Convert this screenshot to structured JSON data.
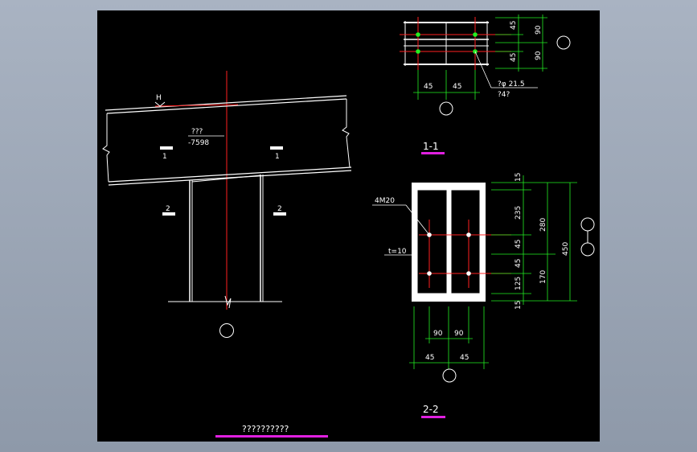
{
  "drawing": {
    "title": "??????????",
    "elevation": {
      "level_mark": "H",
      "level_text": "???",
      "level_value": "-7598",
      "section_1_label": "1",
      "section_2_label": "2"
    },
    "section_1_1": {
      "title": "1-1",
      "dims_bottom": [
        "45",
        "45"
      ],
      "dims_right": [
        "45",
        "90",
        "45",
        "90"
      ],
      "hole_note": "?φ 21.5",
      "hole_note2": "?4?"
    },
    "section_2_2": {
      "title": "2-2",
      "bolts": "4M20",
      "plate": "t=10",
      "dims_right_inner": [
        "15",
        "235",
        "45",
        "45",
        "125",
        "15"
      ],
      "dims_right_mid": [
        "280",
        "170"
      ],
      "dims_right_outer": "450",
      "dims_bottom_inner": [
        "90",
        "90"
      ],
      "dims_bottom_outer": [
        "45",
        "45"
      ]
    }
  },
  "colors": {
    "background": "#000000",
    "lines": "#ffffff",
    "centerlines": "#ff2020",
    "dimensions": "#22ee22",
    "title_underline": "#e020e0"
  }
}
